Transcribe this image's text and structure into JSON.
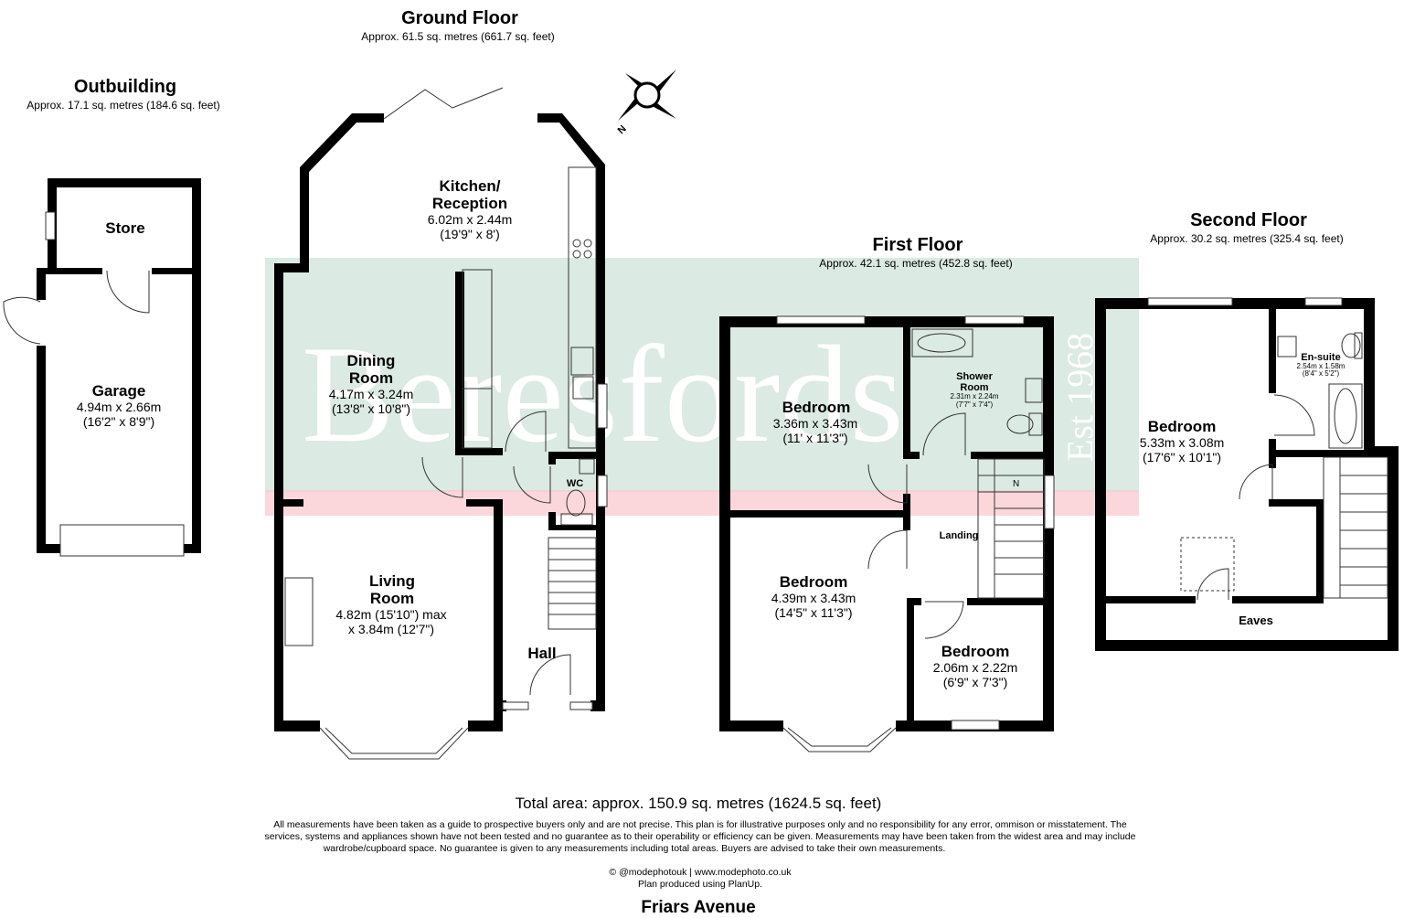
{
  "watermark": {
    "brand": "Beresfords",
    "est": "Est 1968"
  },
  "outbuilding": {
    "title": "Outbuilding",
    "area": "Approx. 17.1 sq. metres (184.6 sq. feet)",
    "rooms": {
      "store": {
        "name": "Store"
      },
      "garage": {
        "name": "Garage",
        "dim1": "4.94m x 2.66m",
        "dim2": "(16'2\" x 8'9\")"
      }
    }
  },
  "ground_floor": {
    "title": "Ground Floor",
    "area": "Approx. 61.5 sq. metres (661.7 sq. feet)",
    "rooms": {
      "kitchen": {
        "name1": "Kitchen/",
        "name2": "Reception",
        "dim1": "6.02m x 2.44m",
        "dim2": "(19'9\" x 8')"
      },
      "dining": {
        "name1": "Dining",
        "name2": "Room",
        "dim1": "4.17m x 3.24m",
        "dim2": "(13'8\" x 10'8\")"
      },
      "wc": {
        "name": "WC"
      },
      "living": {
        "name1": "Living",
        "name2": "Room",
        "dim1": "4.82m (15'10\") max",
        "dim2": "x 3.84m (12'7\")"
      },
      "hall": {
        "name": "Hall"
      }
    }
  },
  "first_floor": {
    "title": "First Floor",
    "area": "Approx. 42.1 sq. metres (452.8 sq. feet)",
    "rooms": {
      "bedroom1": {
        "name": "Bedroom",
        "dim1": "3.36m x 3.43m",
        "dim2": "(11' x 11'3\")"
      },
      "shower": {
        "name1": "Shower",
        "name2": "Room",
        "dim1": "2.31m x 2.24m",
        "dim2": "(7'7\" x 7'4\")"
      },
      "landing": {
        "name": "Landing"
      },
      "bedroom2": {
        "name": "Bedroom",
        "dim1": "4.39m x 3.43m",
        "dim2": "(14'5\" x 11'3\")"
      },
      "bedroom3": {
        "name": "Bedroom",
        "dim1": "2.06m x 2.22m",
        "dim2": "(6'9\" x 7'3\")"
      }
    }
  },
  "second_floor": {
    "title": "Second Floor",
    "area": "Approx. 30.2 sq. metres (325.4 sq. feet)",
    "rooms": {
      "bedroom": {
        "name": "Bedroom",
        "dim1": "5.33m x 3.08m",
        "dim2": "(17'6\" x 10'1\")"
      },
      "ensuite": {
        "name": "En-suite",
        "dim1": "2.54m x 1.58m",
        "dim2": "(8'4\" x 5'2\")"
      },
      "eaves": {
        "name": "Eaves"
      }
    }
  },
  "compass": {
    "letter": "N"
  },
  "stairs_marker": {
    "letter": "N"
  },
  "footer": {
    "total": "Total area: approx. 150.9 sq. metres (1624.5 sq. feet)",
    "disclaimer1": "All measurements have been taken as a guide to prospective buyers only and are not precise. This plan is for illustrative purposes only and no responsibility for any error, ommison or misstatement. The",
    "disclaimer2": "services, systems and appliances shown have not been tested and no guarantee as to their operability or efficiency can be given. Measurements may have been taken from the widest area and may include",
    "disclaimer3": "wardrobe/cupboard space. No guarantee is given to any measurements including total areas. Buyers are advised to take their own measurements.",
    "credit1": "© @modephotouk | www.modephoto.co.uk",
    "credit2": "Plan  produced  using PlanUp.",
    "address": "Friars Avenue"
  }
}
